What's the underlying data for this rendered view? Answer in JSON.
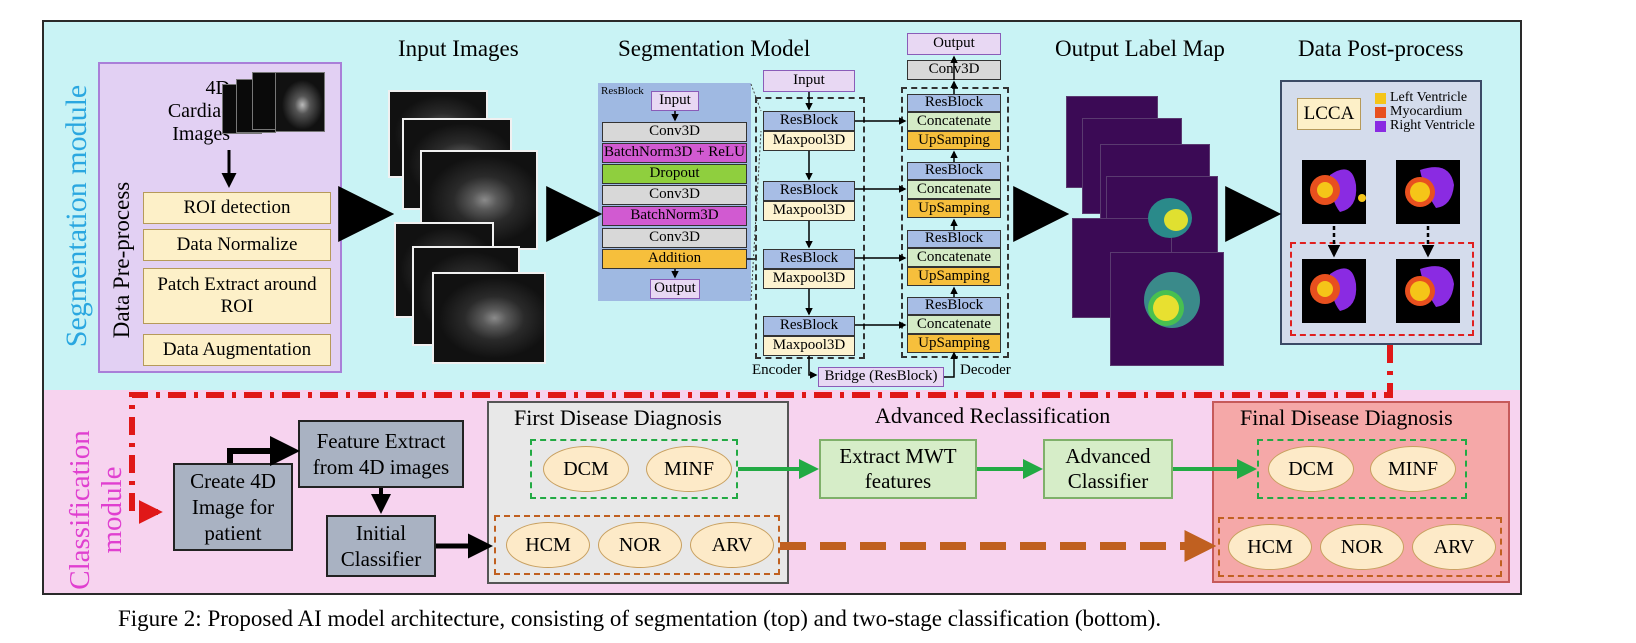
{
  "segmentation_module": {
    "label": "Segmentation module",
    "pre_process": {
      "title": "Data Pre-process",
      "source": "4D Cardiac Images",
      "steps": [
        "ROI detection",
        "Data Normalize",
        "Patch Extract around ROI",
        "Data Augmentation"
      ]
    },
    "input_images": {
      "title": "Input Images"
    },
    "segmentation_model": {
      "title": "Segmentation Model",
      "resblock": {
        "tag": "ResBlock",
        "input": "Input",
        "layers": [
          "Conv3D",
          "BatchNorm3D + ReLU",
          "Dropout",
          "Conv3D",
          "BatchNorm3D",
          "Conv3D",
          "Addition"
        ],
        "output": "Output"
      },
      "encoder": {
        "input": "Input",
        "blocks": [
          {
            "top": "ResBlock",
            "bottom": "Maxpool3D"
          },
          {
            "top": "ResBlock",
            "bottom": "Maxpool3D"
          },
          {
            "top": "ResBlock",
            "bottom": "Maxpool3D"
          },
          {
            "top": "ResBlock",
            "bottom": "Maxpool3D"
          }
        ],
        "label": "Encoder"
      },
      "bridge": "Bridge (ResBlock)",
      "decoder": {
        "output": "Output",
        "conv": "Conv3D",
        "blocks": [
          {
            "a": "ResBlock",
            "b": "Concatenate",
            "c": "UpSamping"
          },
          {
            "a": "ResBlock",
            "b": "Concatenate",
            "c": "UpSamping"
          },
          {
            "a": "ResBlock",
            "b": "Concatenate",
            "c": "UpSamping"
          },
          {
            "a": "ResBlock",
            "b": "Concatenate",
            "c": "UpSamping"
          }
        ],
        "label": "Decoder"
      }
    },
    "output_label_map": {
      "title": "Output Label Map"
    },
    "post_process": {
      "title": "Data Post-process",
      "method": "LCCA",
      "legend": [
        {
          "label": "Left Ventricle",
          "color": "#f5c518"
        },
        {
          "label": "Myocardium",
          "color": "#e8501e"
        },
        {
          "label": "Right Ventricle",
          "color": "#8a2be2"
        }
      ]
    }
  },
  "classification_module": {
    "label": "Classification module",
    "create_4d": "Create 4D Image for patient",
    "feature_extract": "Feature Extract from 4D images",
    "initial_classifier": "Initial Classifier",
    "first_diagnosis": {
      "title": "First Disease Diagnosis",
      "group_a": [
        "DCM",
        "MINF"
      ],
      "group_b": [
        "HCM",
        "NOR",
        "ARV"
      ]
    },
    "advanced_reclassification": {
      "title": "Advanced Reclassification",
      "extract": "Extract MWT features",
      "classifier": "Advanced Classifier"
    },
    "final_diagnosis": {
      "title": "Final Disease Diagnosis",
      "group_a": [
        "DCM",
        "MINF"
      ],
      "group_b": [
        "HCM",
        "NOR",
        "ARV"
      ]
    }
  },
  "caption": "Figure 2: Proposed AI model architecture, consisting of segmentation (top) and two-stage classification (bottom)."
}
